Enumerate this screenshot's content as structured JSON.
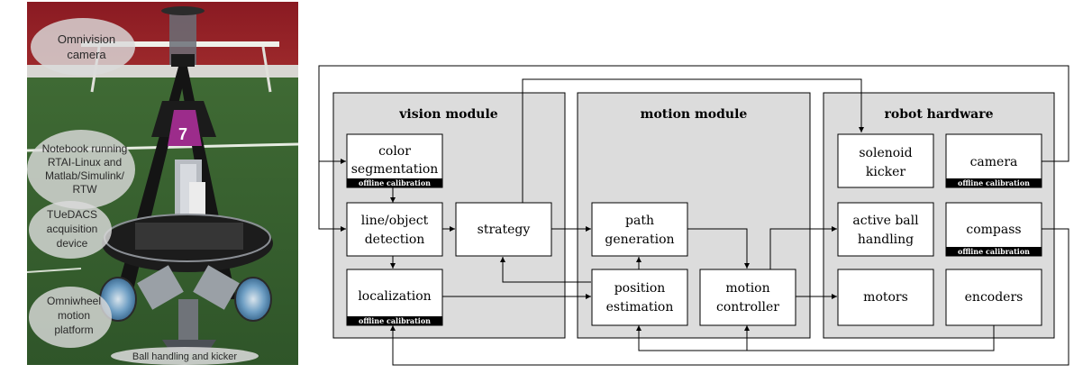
{
  "photo": {
    "labels": {
      "omnivision": [
        "Omnivision",
        "camera"
      ],
      "notebook": [
        "Notebook running",
        "RTAI-Linux and",
        "Matlab/Simulink/",
        "RTW"
      ],
      "tuedacs": [
        "TUeDACS",
        "acquisition",
        "device"
      ],
      "omniwheel": [
        "Omniwheel",
        "motion",
        "platform"
      ],
      "ball_handling": "Ball handling and kicker"
    },
    "number_plate": "7"
  },
  "diagram": {
    "modules": {
      "vision": "vision module",
      "motion": "motion module",
      "hardware": "robot hardware"
    },
    "blocks": {
      "color_segmentation": [
        "color",
        "segmentation"
      ],
      "line_object_detection": [
        "line/object",
        "detection"
      ],
      "localization": [
        "localization"
      ],
      "strategy": [
        "strategy"
      ],
      "path_generation": [
        "path",
        "generation"
      ],
      "position_estimation": [
        "position",
        "estimation"
      ],
      "motion_controller": [
        "motion",
        "controller"
      ],
      "solenoid_kicker": [
        "solenoid",
        "kicker"
      ],
      "camera": [
        "camera"
      ],
      "active_ball_handling": [
        "active ball",
        "handling"
      ],
      "compass": [
        "compass"
      ],
      "motors": [
        "motors"
      ],
      "encoders": [
        "encoders"
      ]
    },
    "offline_calibration": "offline calibration"
  }
}
